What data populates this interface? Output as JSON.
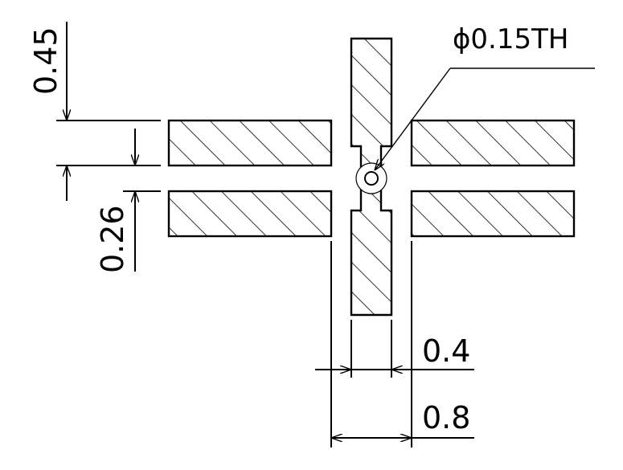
{
  "drawing": {
    "hole_label": "ϕ0.15TH",
    "dimensions": {
      "pad_pitch": "0.45",
      "gap": "0.26",
      "strip_width": "0.4",
      "pad_spacing": "0.8"
    },
    "line_color": "#000000",
    "background": "#ffffff"
  }
}
